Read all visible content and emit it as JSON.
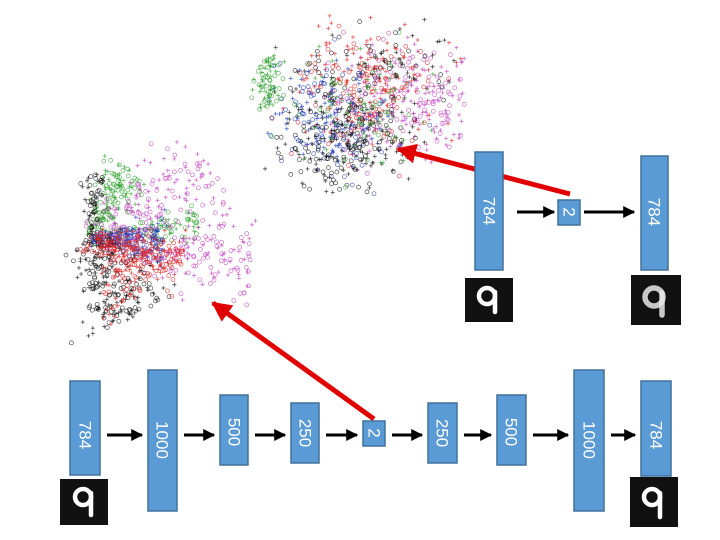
{
  "deep_autoencoder": {
    "layers": [
      "784",
      "1000",
      "500",
      "250",
      "2",
      "250",
      "500",
      "1000",
      "784"
    ]
  },
  "shallow_autoencoder": {
    "layers": [
      "784",
      "2",
      "784"
    ]
  },
  "colors": {
    "layer_fill": "#5b9bd5",
    "arrow_red": "#e10000",
    "cluster_colors": [
      "#2ca02c",
      "#1f3fbf",
      "#e02020",
      "#111111",
      "#c040c0"
    ]
  },
  "icons": {
    "input_digit": "handwritten-digit-9-icon",
    "reconstruction_digit": "blurred-digit-9-icon"
  }
}
